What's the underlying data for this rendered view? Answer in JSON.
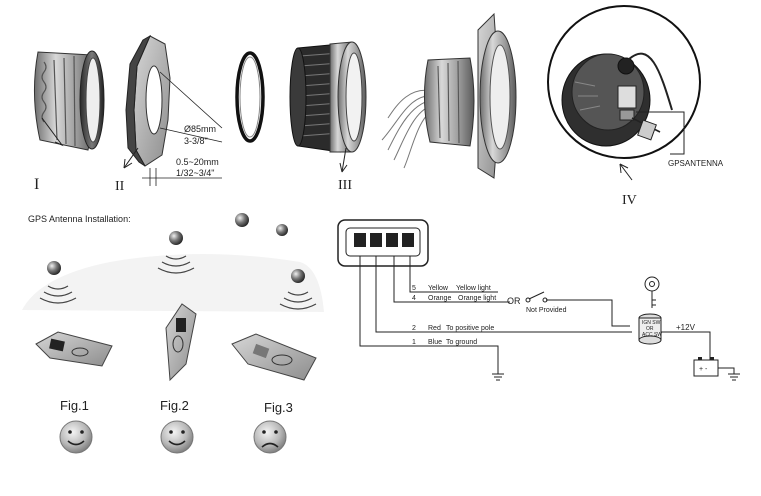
{
  "parts": {
    "part1": {
      "numeral": "I"
    },
    "part2": {
      "numeral": "II",
      "diameter": "Ø85mm",
      "diameter_inch": "3-3/8\"",
      "thickness": "0.5~20mm",
      "thickness_inch": "1/32~3/4\""
    },
    "part3": {
      "numeral": "III"
    },
    "part4": {
      "numeral": "IV",
      "gps_antenna": "GPSANTENNA"
    }
  },
  "gps_section": {
    "title": "GPS Antenna Installation:",
    "figures": [
      {
        "label": "Fig.1",
        "face": "happy"
      },
      {
        "label": "Fig.2",
        "face": "happy"
      },
      {
        "label": "Fig.3",
        "face": "sad"
      }
    ]
  },
  "wiring": {
    "wires": [
      {
        "pin": "5",
        "color_name": "Yellow",
        "function": "Yellow light"
      },
      {
        "pin": "4",
        "color_name": "Orange",
        "function": "Orange light"
      },
      {
        "pin": "2",
        "color_name": "Red",
        "function": "To positive pole"
      },
      {
        "pin": "1",
        "color_name": "Blue",
        "function": "To ground"
      }
    ],
    "or_label": "OR",
    "switch_label": "Not Provided",
    "ignition_lines": [
      "IGN SW",
      "OR",
      "ACC SW"
    ],
    "voltage": "+12V",
    "battery_symbol": "+ -"
  }
}
